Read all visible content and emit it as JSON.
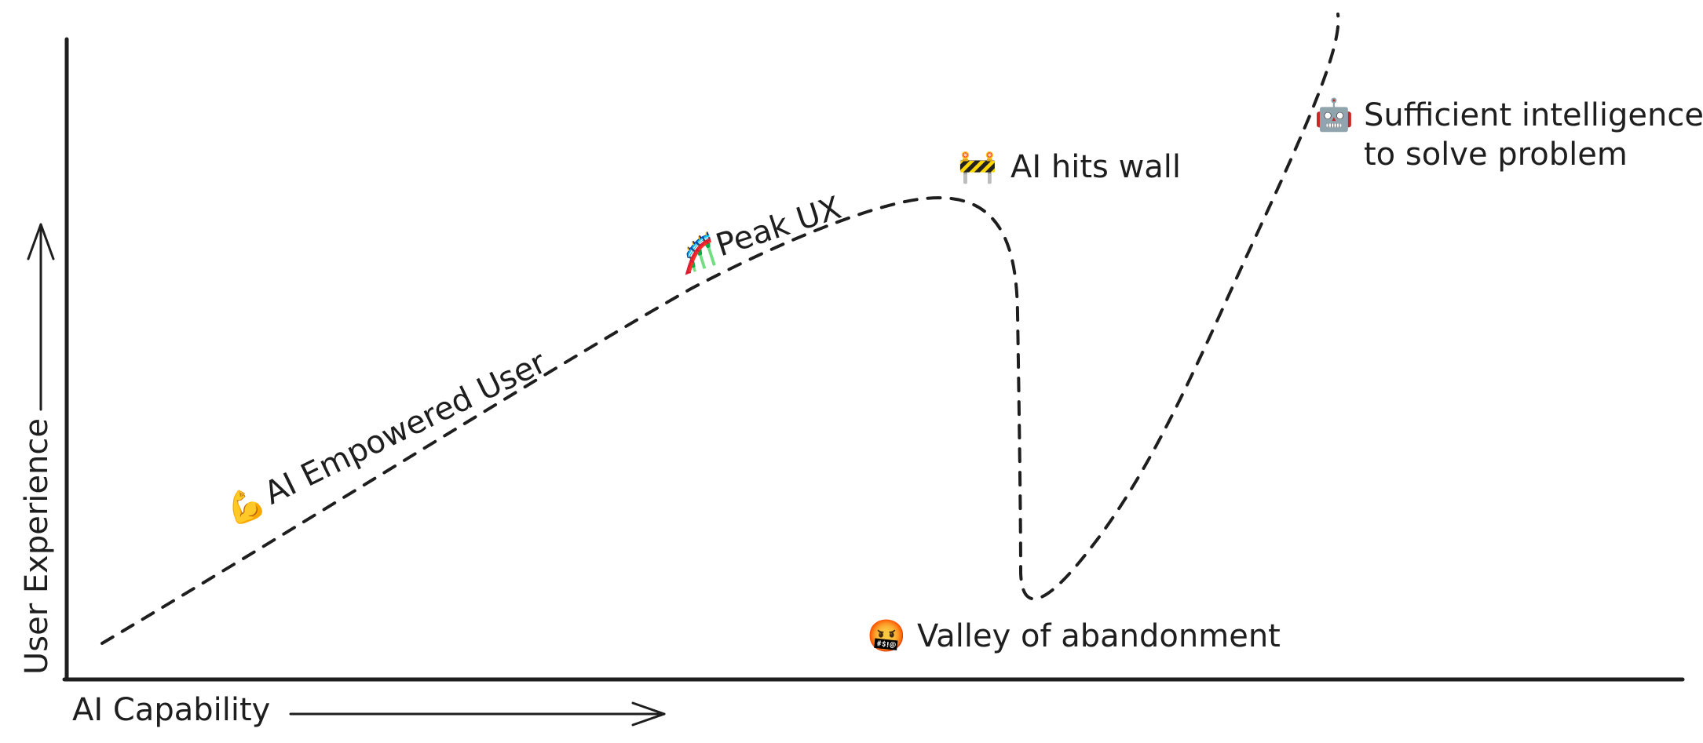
{
  "axes": {
    "x_label": "AI Capability",
    "y_label": "User Experience"
  },
  "annotations": {
    "empowered": {
      "icon": "flexed-biceps-icon",
      "glyph": "💪",
      "text": "AI Empowered User"
    },
    "peak": {
      "icon": "roller-coaster-icon",
      "glyph": "🎢",
      "text": "Peak UX"
    },
    "wall": {
      "icon": "construction-barrier-icon",
      "glyph": "🚧",
      "text": "AI hits wall"
    },
    "valley": {
      "icon": "cursing-face-icon",
      "glyph": "🤬",
      "text": "Valley of abandonment"
    },
    "sufficient": {
      "icon": "robot-face-icon",
      "glyph": "🤖",
      "text_line1": "Sufficient intelligence",
      "text_line2": "to solve problem"
    }
  }
}
